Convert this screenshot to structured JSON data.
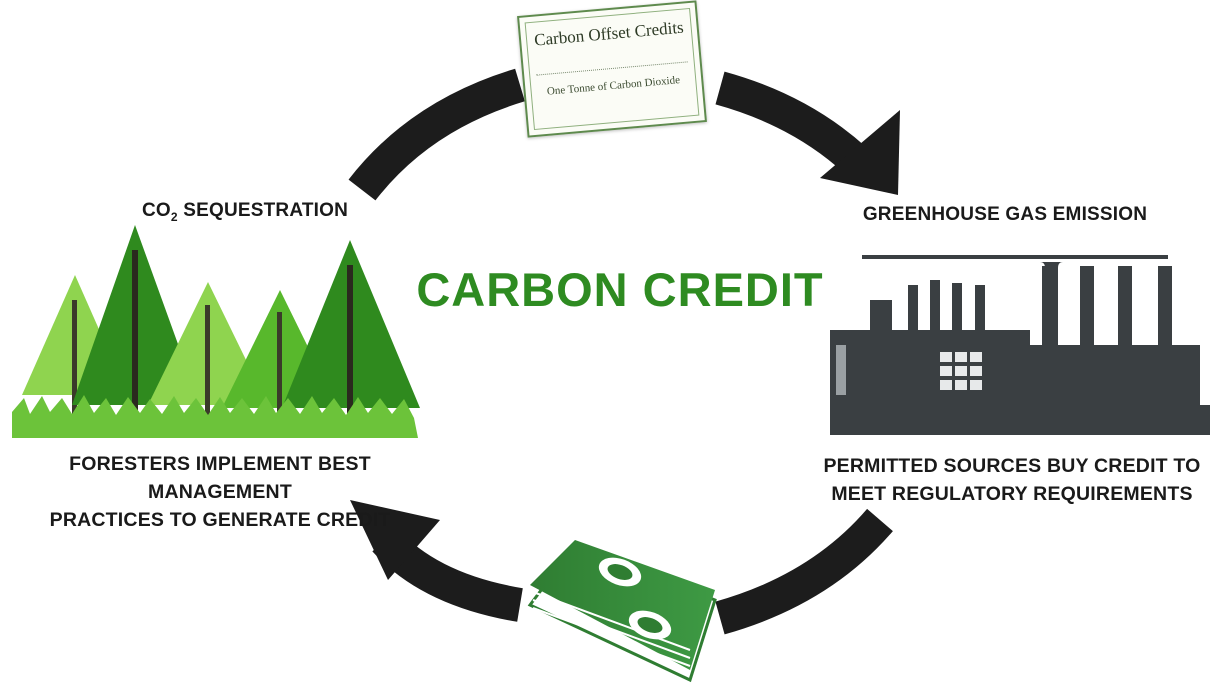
{
  "title": "CARBON CREDIT",
  "certificate": {
    "title": "Carbon Offset Credits",
    "subtitle": "One Tonne of Carbon Dioxide"
  },
  "nodes": {
    "sequestration": {
      "label_prefix": "CO",
      "label_subscript": "2",
      "label_suffix": " SEQUESTRATION",
      "caption_line1": "FORESTERS IMPLEMENT BEST MANAGEMENT",
      "caption_line2": "PRACTICES TO GENERATE CREDIT"
    },
    "emission": {
      "label": "GREENHOUSE GAS EMISSION",
      "caption_line1": "PERMITTED SOURCES BUY CREDIT TO",
      "caption_line2": "MEET REGULATORY REQUIREMENTS"
    }
  },
  "colors": {
    "title_green": "#2e8b21",
    "arrow": "#1c1c1c",
    "factory": "#3a3f42",
    "tree_dark": "#2f8a1e",
    "tree_mid": "#58b82c",
    "tree_light": "#8fd44f",
    "grass": "#6cc33a",
    "money": "#2f7d32"
  },
  "icons": [
    "certificate-icon",
    "pine-trees-icon",
    "factory-icon",
    "money-stack-icon",
    "cycle-arrow-icon"
  ]
}
